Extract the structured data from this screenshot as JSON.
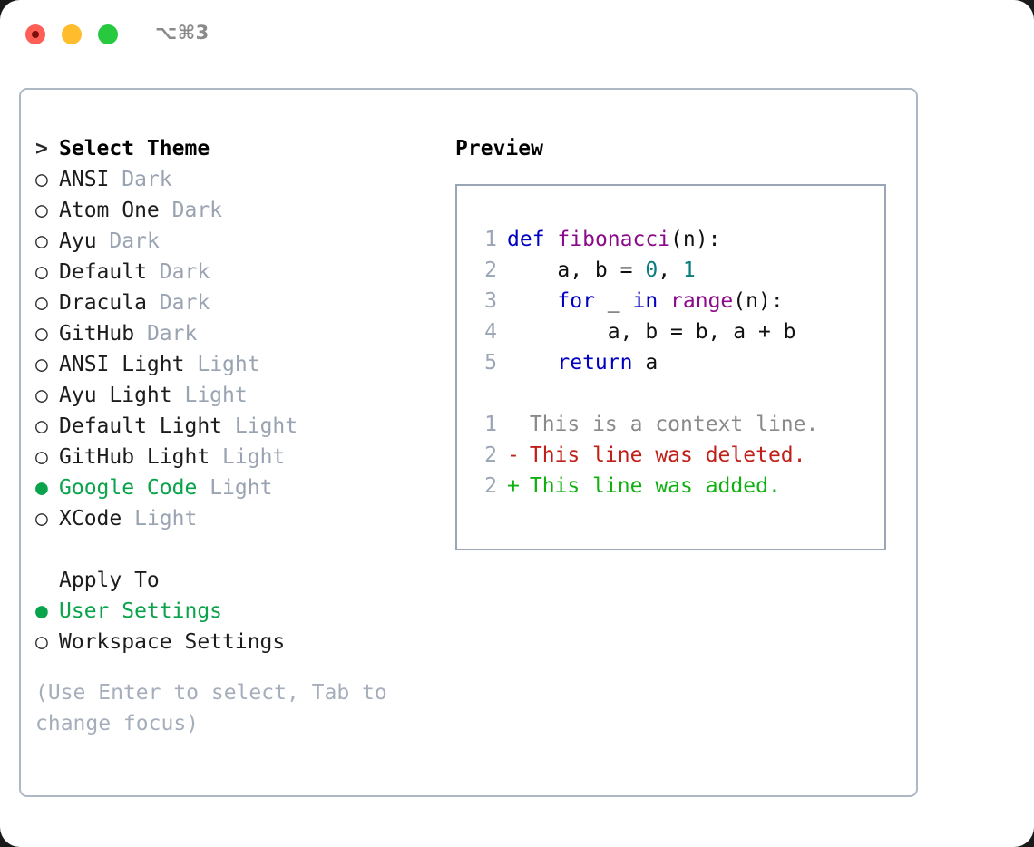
{
  "window": {
    "traffic_lights": [
      "close",
      "minimize",
      "maximize"
    ],
    "shortcut": "⌥⌘3",
    "colors": {
      "close": "#ff5f57",
      "minimize": "#ffbd2e",
      "maximize": "#27c93f",
      "accent_green": "#09a34b",
      "muted": "#9aa3b2",
      "hint": "#a6aebc",
      "panel_border": "#aeb7c4",
      "preview_border": "#9aa5b5"
    }
  },
  "theme_picker": {
    "heading_marker": ">",
    "heading": "Select Theme",
    "marker_unselected": "○",
    "marker_selected": "●",
    "items": [
      {
        "name": "ANSI",
        "type": "Dark",
        "selected": false
      },
      {
        "name": "Atom One",
        "type": "Dark",
        "selected": false
      },
      {
        "name": "Ayu",
        "type": "Dark",
        "selected": false
      },
      {
        "name": "Default",
        "type": "Dark",
        "selected": false
      },
      {
        "name": "Dracula",
        "type": "Dark",
        "selected": false
      },
      {
        "name": "GitHub",
        "type": "Dark",
        "selected": false
      },
      {
        "name": "ANSI Light",
        "type": "Light",
        "selected": false
      },
      {
        "name": "Ayu Light",
        "type": "Light",
        "selected": false
      },
      {
        "name": "Default Light",
        "type": "Light",
        "selected": false
      },
      {
        "name": "GitHub Light",
        "type": "Light",
        "selected": false
      },
      {
        "name": "Google Code",
        "type": "Light",
        "selected": true
      },
      {
        "name": "XCode",
        "type": "Light",
        "selected": false
      }
    ]
  },
  "apply_to": {
    "heading": "Apply To",
    "items": [
      {
        "name": "User Settings",
        "selected": true
      },
      {
        "name": "Workspace Settings",
        "selected": false
      }
    ]
  },
  "hint": "(Use Enter to select, Tab to change focus)",
  "preview": {
    "title": "Preview",
    "code_lines": [
      {
        "num": "1",
        "tokens": [
          {
            "t": "def",
            "c": "kw"
          },
          {
            "t": " ",
            "c": "pl"
          },
          {
            "t": "fibonacci",
            "c": "fn"
          },
          {
            "t": "(n):",
            "c": "pl"
          }
        ]
      },
      {
        "num": "2",
        "tokens": [
          {
            "t": "    a, b = ",
            "c": "pl"
          },
          {
            "t": "0",
            "c": "num"
          },
          {
            "t": ", ",
            "c": "pl"
          },
          {
            "t": "1",
            "c": "num"
          }
        ]
      },
      {
        "num": "3",
        "tokens": [
          {
            "t": "    ",
            "c": "pl"
          },
          {
            "t": "for",
            "c": "kw"
          },
          {
            "t": " _ ",
            "c": "pl"
          },
          {
            "t": "in",
            "c": "kw"
          },
          {
            "t": " ",
            "c": "pl"
          },
          {
            "t": "range",
            "c": "fn"
          },
          {
            "t": "(n):",
            "c": "pl"
          }
        ]
      },
      {
        "num": "4",
        "tokens": [
          {
            "t": "        a, b = b, a + b",
            "c": "pl"
          }
        ]
      },
      {
        "num": "5",
        "tokens": [
          {
            "t": "    ",
            "c": "pl"
          },
          {
            "t": "return",
            "c": "kw"
          },
          {
            "t": " a",
            "c": "pl"
          }
        ]
      }
    ],
    "diff_lines": [
      {
        "num": "1",
        "sign": " ",
        "text": " This is a context line.",
        "kind": "ctx"
      },
      {
        "num": "2",
        "sign": "-",
        "text": " This line was deleted.",
        "kind": "del"
      },
      {
        "num": "2",
        "sign": "+",
        "text": " This line was added.",
        "kind": "add"
      }
    ]
  }
}
